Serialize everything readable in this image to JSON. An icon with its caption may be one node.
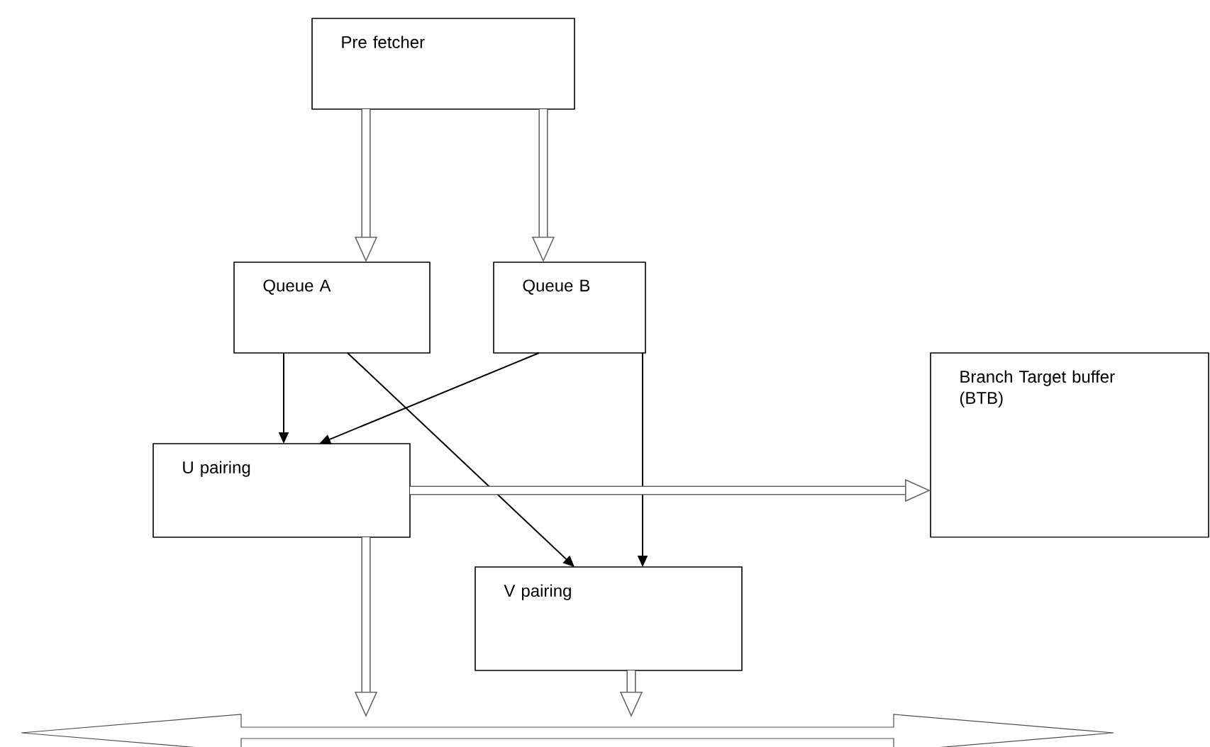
{
  "diagram": {
    "nodes": [
      {
        "text": [
          "Pre fetcher"
        ]
      },
      {
        "text": [
          "Queue A"
        ]
      },
      {
        "text": [
          "Queue B"
        ]
      },
      {
        "text": [
          "U pairing"
        ]
      },
      {
        "text": [
          "Branch Target buffer (BTB)"
        ]
      },
      {
        "text": [
          "V pairing"
        ]
      },
      {
        "text": [],
        "shape": "arrow"
      }
    ],
    "edges": [
      {
        "from": 0,
        "to": 1,
        "arrow": "to"
      },
      {
        "from": 0,
        "to": 2,
        "arrow": "to"
      },
      {
        "from": 1,
        "to": 3,
        "arrow": "to",
        "color": "#000000"
      },
      {
        "from": 2,
        "to": 3,
        "arrow": "to",
        "color": "#000000"
      },
      {
        "from": 1,
        "to": 5,
        "arrow": "to",
        "color": "#000000"
      },
      {
        "from": 2,
        "to": 5,
        "arrow": "to",
        "color": "#000000"
      },
      {
        "from": 3,
        "to": 4,
        "arrow": "to"
      },
      {
        "from": 3,
        "to": 6,
        "arrow": "to"
      },
      {
        "from": 5,
        "to": 6,
        "arrow": "to"
      }
    ]
  }
}
